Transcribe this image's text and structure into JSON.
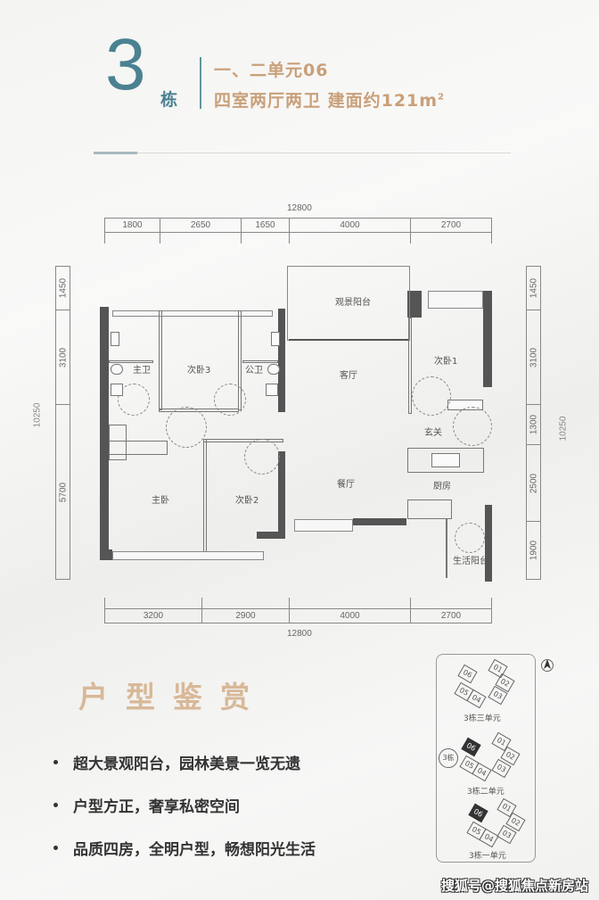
{
  "header": {
    "building_number": "3",
    "building_suffix": "栋",
    "unit_line": "一、二单元06",
    "layout_line": "四室两厅两卫  建面约121m",
    "area_superscript": "2",
    "accent_color": "#4b8291",
    "gold_color": "#c9a07a"
  },
  "dimensions": {
    "top_total": "12800",
    "top": [
      "1800",
      "2650",
      "1650",
      "4000",
      "2700"
    ],
    "bottom_total": "12800",
    "bottom": [
      "3200",
      "2900",
      "4000",
      "2700"
    ],
    "left_total": "10250",
    "left": [
      "1450",
      "3100",
      "5700"
    ],
    "right_total": "10250",
    "right": [
      "1450",
      "3100",
      "1300",
      "2500",
      "1900"
    ]
  },
  "rooms": {
    "master_bath": "主卫",
    "bedroom3": "次卧3",
    "public_bath": "公卫",
    "view_balcony": "观景阳台",
    "living_room": "客厅",
    "bedroom1": "次卧1",
    "foyer": "玄关",
    "master_bedroom": "主卧",
    "bedroom2": "次卧2",
    "dining_room": "餐厅",
    "kitchen": "厨房",
    "utility_balcony": "生活阳台"
  },
  "section": {
    "title": "户型鉴赏",
    "bullets": [
      "超大景观阳台，园林美景一览无遗",
      "户型方正，奢享私密空间",
      "品质四房，全明户型，畅想阳光生活"
    ]
  },
  "sitemap": {
    "building_badge": "3栋",
    "compass_label": "N",
    "groups": [
      {
        "label": "3栋三单元",
        "units": [
          "06",
          "05",
          "04",
          "01",
          "02",
          "03"
        ],
        "selected": ""
      },
      {
        "label": "3栋二单元",
        "units": [
          "06",
          "05",
          "04",
          "01",
          "02",
          "03"
        ],
        "selected": "06"
      },
      {
        "label": "3栋一单元",
        "units": [
          "06",
          "05",
          "04",
          "01",
          "02",
          "03"
        ],
        "selected": "06"
      }
    ]
  },
  "watermark": "搜狐号@搜狐焦点新房站"
}
